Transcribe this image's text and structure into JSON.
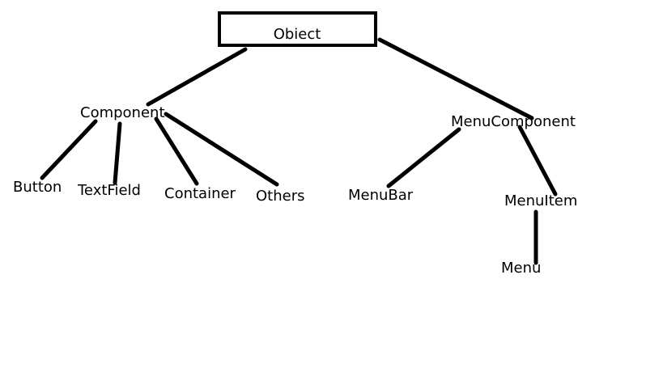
{
  "diagram": {
    "root": {
      "label": "Obiect"
    },
    "nodes": {
      "component": "Component",
      "menu_component": "MenuComponent",
      "button": "Button",
      "textfield": "TextField",
      "container": "Container",
      "others": "Others",
      "menubar": "MenuBar",
      "menuitem": "MenuItem",
      "menu": "Menu"
    }
  }
}
